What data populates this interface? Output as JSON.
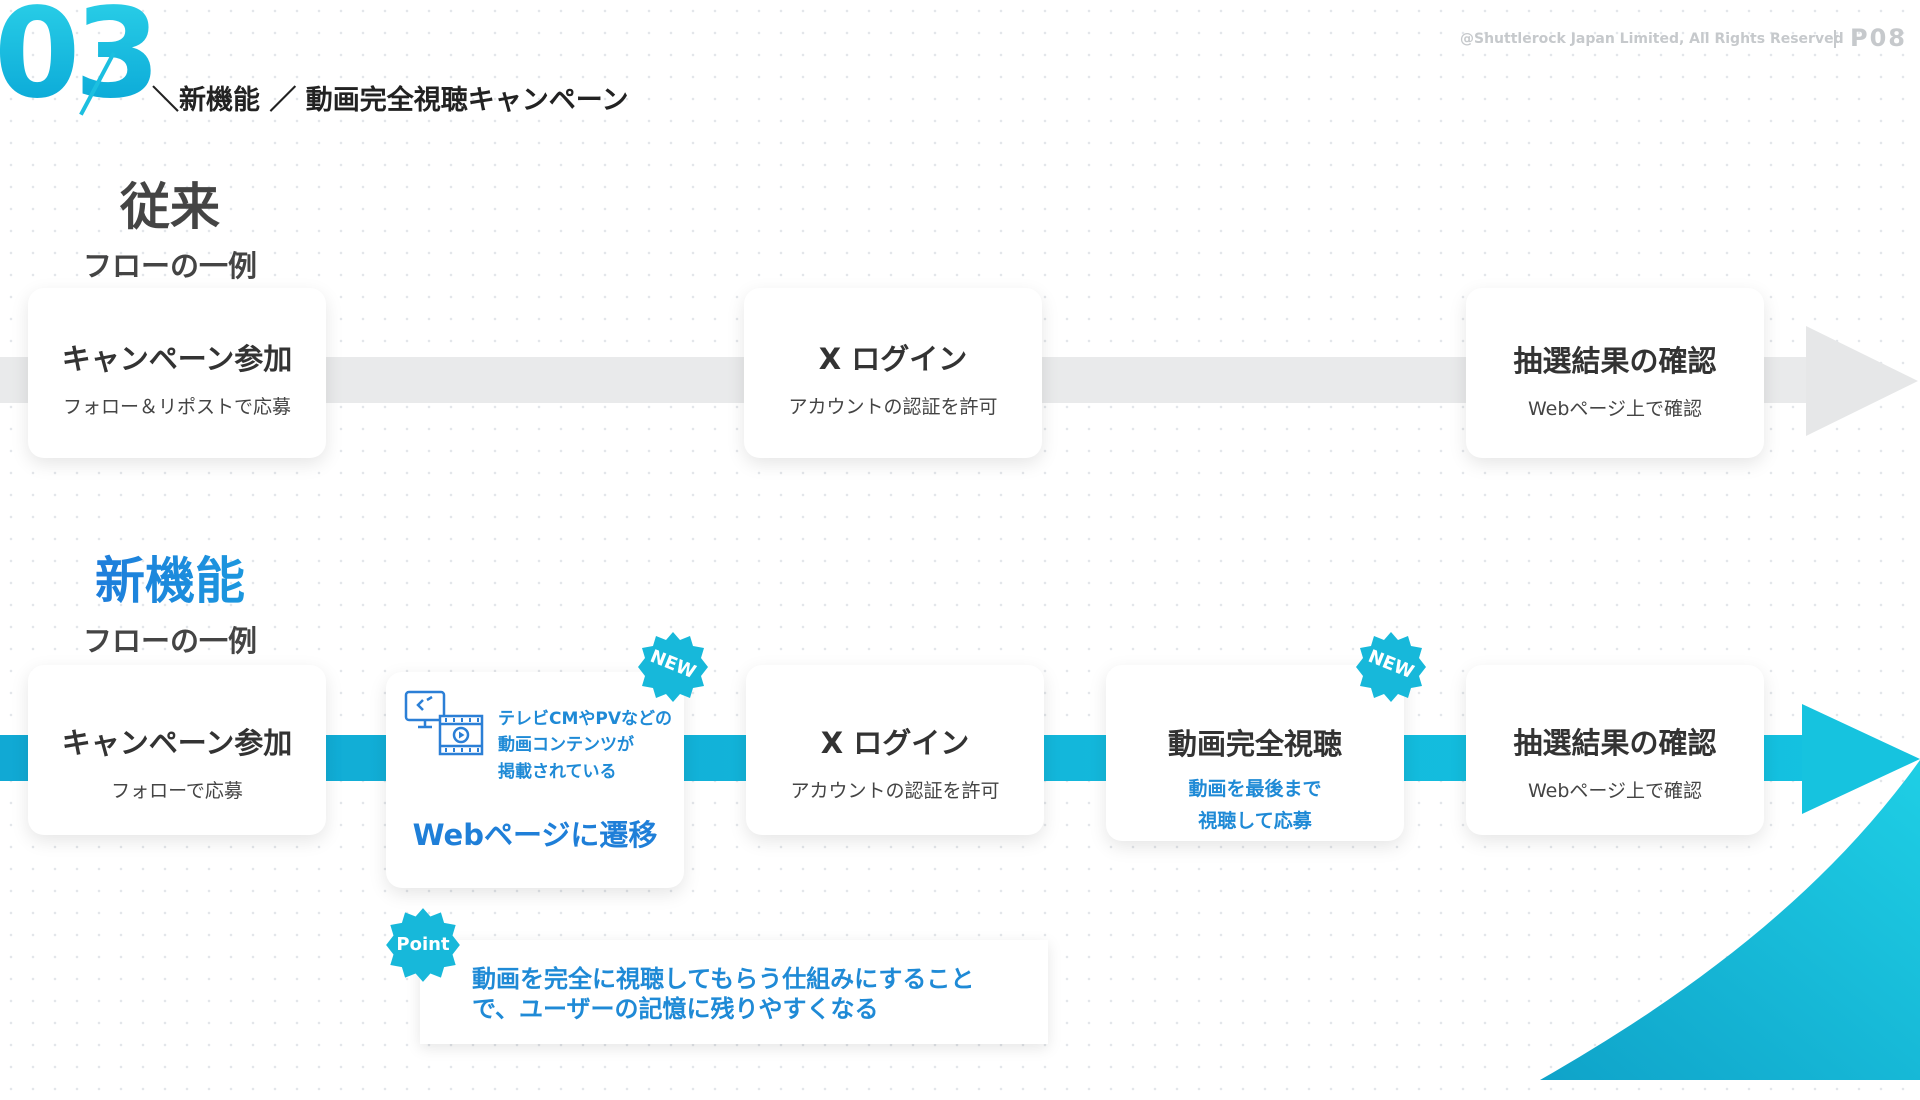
{
  "header": {
    "section_number": "03",
    "title": "＼新機能 ／ 動画完全視聴キャンペーン",
    "copyright": "@Shuttlerock Japan Limited, All Rights Reserved",
    "page_number": "P08"
  },
  "old_flow": {
    "title": "従来",
    "subtitle": "フローの一例",
    "steps": [
      {
        "title": "キャンペーン参加",
        "desc": "フォロー＆リポストで応募"
      },
      {
        "title": "X ログイン",
        "desc": "アカウントの認証を許可"
      },
      {
        "title": "抽選結果の確認",
        "desc": "Webページ上で確認"
      }
    ]
  },
  "new_flow": {
    "title": "新機能",
    "subtitle": "フローの一例",
    "steps": [
      {
        "title": "キャンペーン参加",
        "desc": "フォローで応募"
      },
      {
        "caption_lines": [
          "テレビCMやPVなどの",
          "動画コンテンツが",
          "掲載されている"
        ],
        "title": "Webページに遷移",
        "badge": "NEW"
      },
      {
        "title": "X ログイン",
        "desc": "アカウントの認証を許可"
      },
      {
        "title": "動画完全視聴",
        "desc_lines": [
          "動画を最後まで",
          "視聴して応募"
        ],
        "badge": "NEW"
      },
      {
        "title": "抽選結果の確認",
        "desc": "Webページ上で確認"
      }
    ]
  },
  "point": {
    "badge": "Point",
    "lines": [
      "動画を完全に視聴してもらう仕組みにすること",
      "で、ユーザーの記憶に残りやすくなる"
    ]
  },
  "colors": {
    "accent_cyan": "#14c1e0",
    "accent_blue": "#1f8ad6",
    "gray_track": "#e9eaeb"
  },
  "icons": [
    "monitor-icon",
    "video-player-icon",
    "new-badge-icon",
    "point-badge-icon"
  ]
}
